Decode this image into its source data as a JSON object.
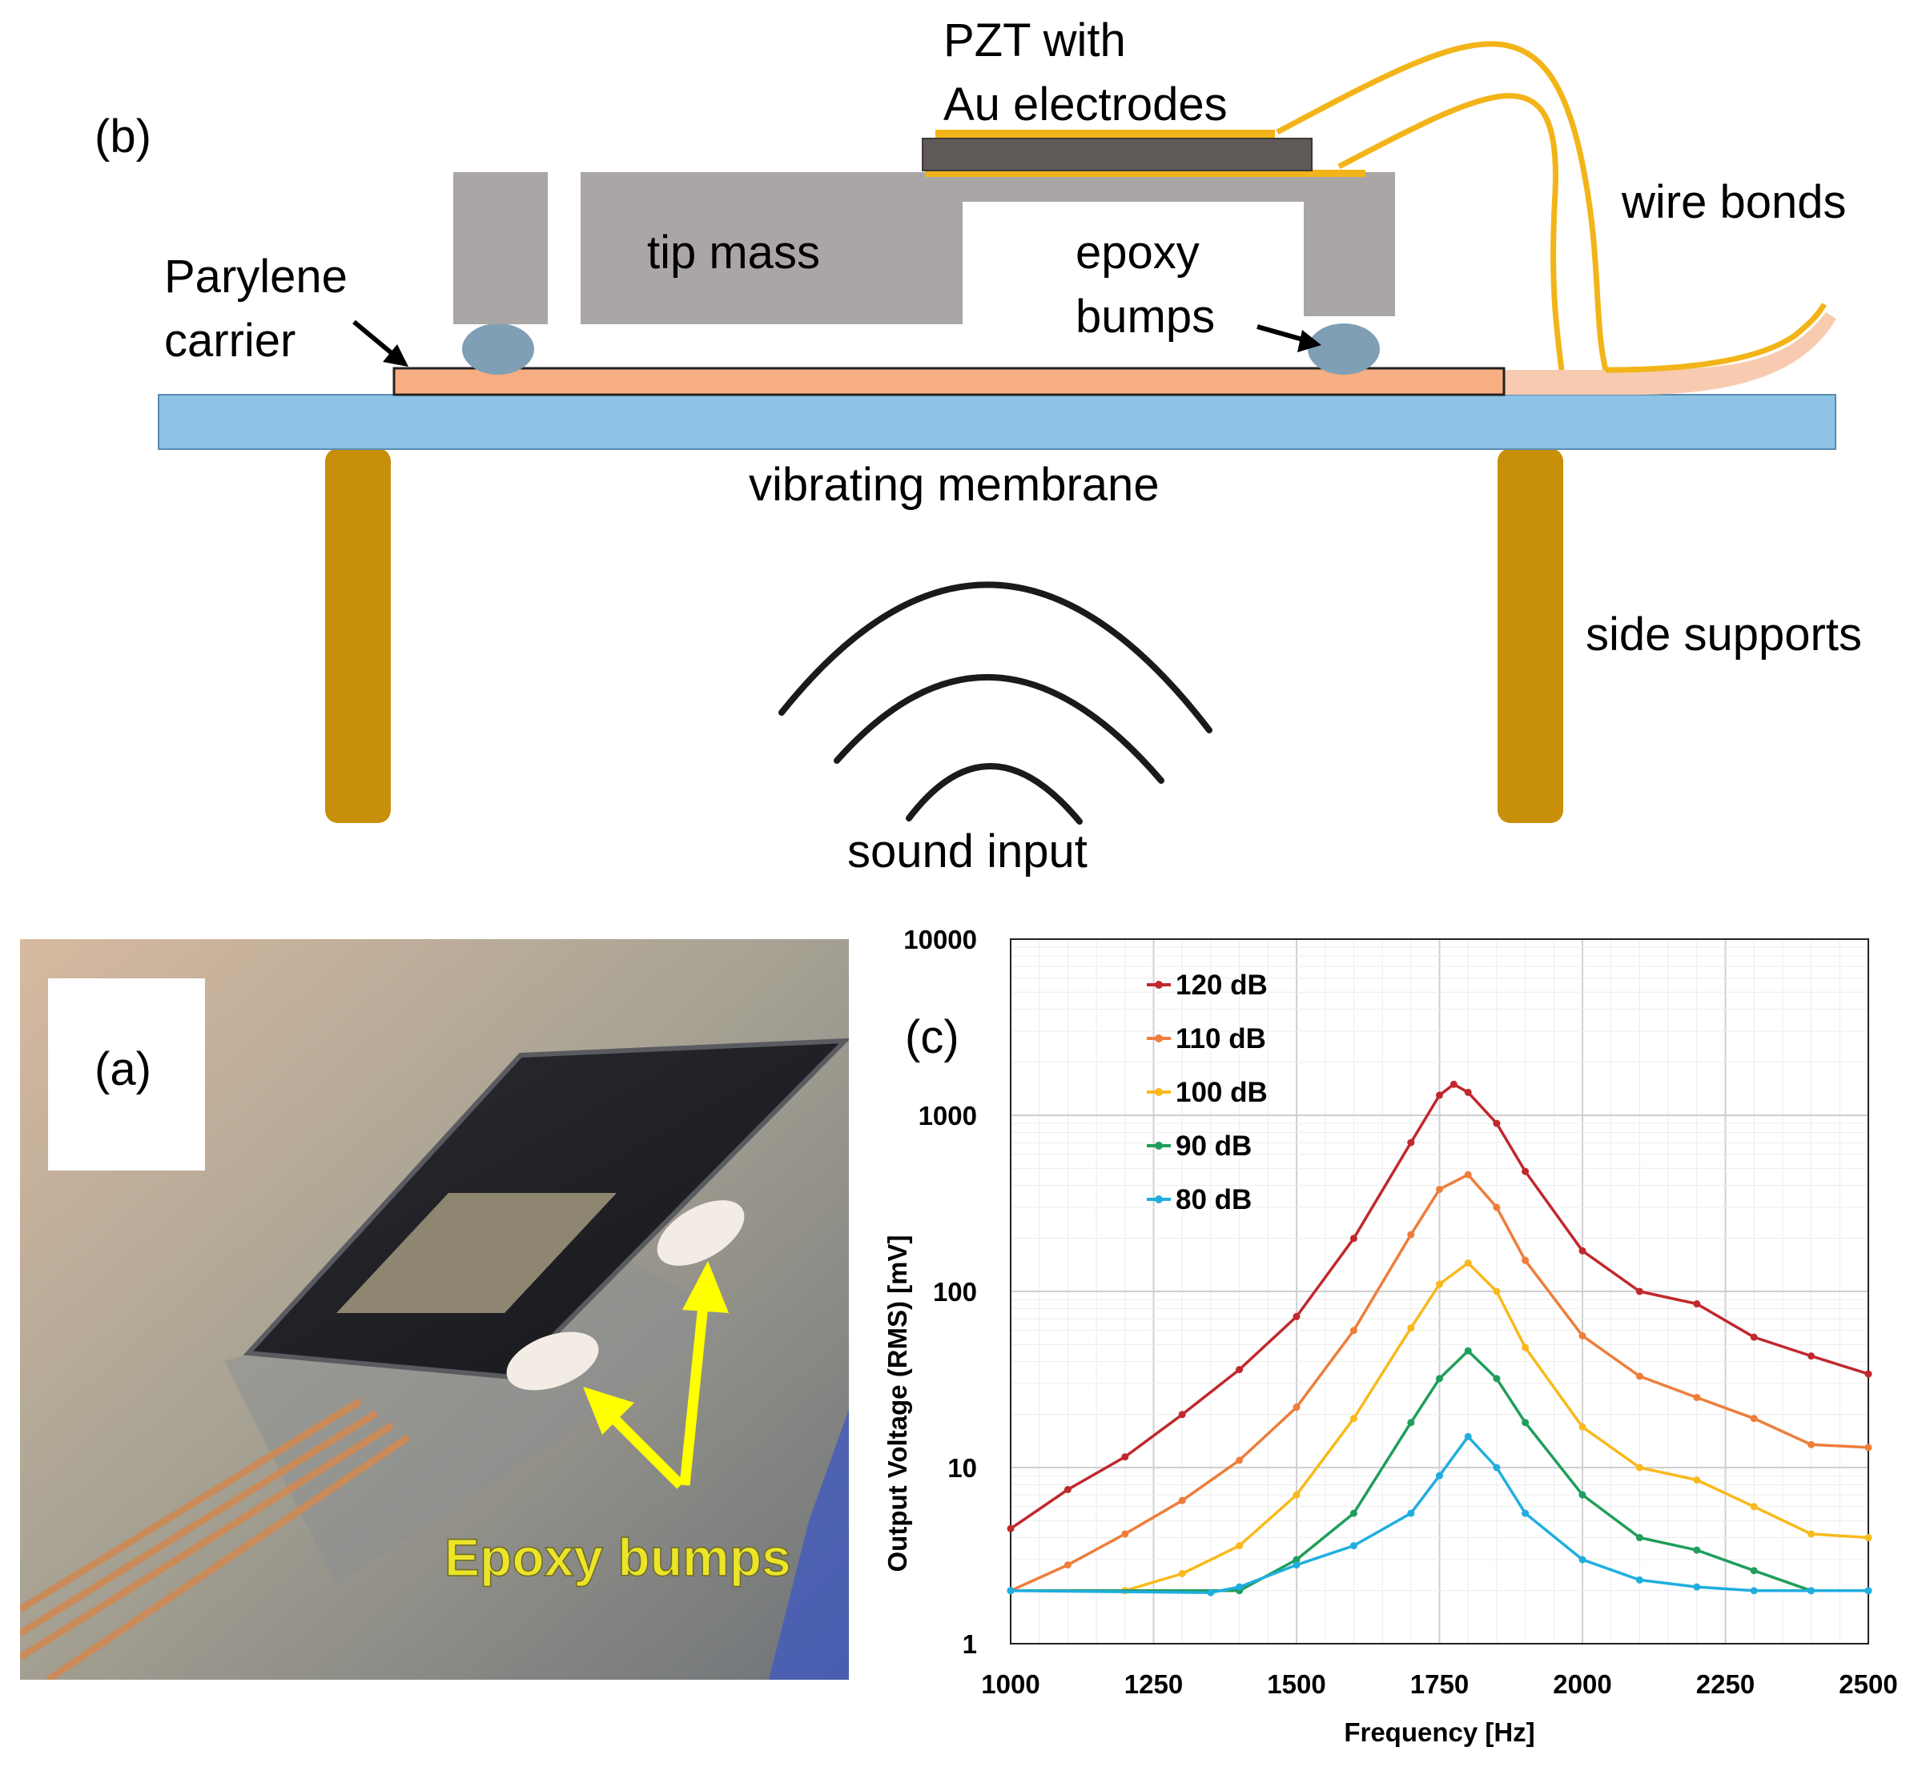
{
  "panel_b": {
    "letter": "(b)",
    "pzt_label_line1": "PZT with",
    "pzt_label_line2": "Au electrodes",
    "wire_bonds_label": "wire bonds",
    "tip_mass_label": "tip mass",
    "epoxy_label_line1": "epoxy",
    "epoxy_label_line2": "bumps",
    "parylene_label_line1": "Parylene",
    "parylene_label_line2": "carrier",
    "membrane_label": "vibrating membrane",
    "supports_label": "side supports",
    "sound_label": "sound input",
    "colors": {
      "tip_mass": "#aaa6a5",
      "membrane": "#8ec3e6",
      "parylene": "#f8ae83",
      "supports": "#c8900a",
      "electrode": "#f2b418",
      "pzt": "#5f5a58",
      "bumps": "#7f9fb5"
    }
  },
  "panel_a": {
    "letter": "(a)",
    "photo_caption": "Epoxy bumps",
    "caption_color": "#ebe428",
    "arrow_color": "#ffff00"
  },
  "panel_c": {
    "letter": "(c)"
  },
  "chart_data": {
    "type": "line",
    "title": "",
    "xlabel": "Frequency [Hz]",
    "ylabel": "Output Voltage  (RMS) [mV]",
    "xlim": [
      1000,
      2500
    ],
    "ylim": [
      1,
      10000
    ],
    "yscale": "log",
    "grid": true,
    "legend_position": "top-left",
    "x_ticks": [
      "1000",
      "1250",
      "1500",
      "1750",
      "2000",
      "2250",
      "2500"
    ],
    "y_ticks": [
      "1",
      "10",
      "100",
      "1000",
      "10000"
    ],
    "series": [
      {
        "name": "120 dB",
        "color": "#c0282c",
        "points": [
          [
            1000,
            4.5
          ],
          [
            1100,
            7.5
          ],
          [
            1200,
            11.5
          ],
          [
            1300,
            20
          ],
          [
            1400,
            36
          ],
          [
            1500,
            72
          ],
          [
            1600,
            200
          ],
          [
            1700,
            700
          ],
          [
            1750,
            1300
          ],
          [
            1775,
            1500
          ],
          [
            1800,
            1350
          ],
          [
            1850,
            900
          ],
          [
            1900,
            480
          ],
          [
            2000,
            170
          ],
          [
            2100,
            100
          ],
          [
            2200,
            85
          ],
          [
            2300,
            55
          ],
          [
            2400,
            43
          ],
          [
            2500,
            34
          ]
        ]
      },
      {
        "name": "110 dB",
        "color": "#ee7d3b",
        "points": [
          [
            1000,
            2
          ],
          [
            1100,
            2.8
          ],
          [
            1200,
            4.2
          ],
          [
            1300,
            6.5
          ],
          [
            1400,
            11
          ],
          [
            1500,
            22
          ],
          [
            1600,
            60
          ],
          [
            1700,
            210
          ],
          [
            1750,
            380
          ],
          [
            1800,
            460
          ],
          [
            1850,
            300
          ],
          [
            1900,
            150
          ],
          [
            2000,
            56
          ],
          [
            2100,
            33
          ],
          [
            2200,
            25
          ],
          [
            2300,
            19
          ],
          [
            2400,
            13.5
          ],
          [
            2500,
            13
          ]
        ]
      },
      {
        "name": "100 dB",
        "color": "#f9b91b",
        "points": [
          [
            1000,
            2
          ],
          [
            1200,
            2
          ],
          [
            1300,
            2.5
          ],
          [
            1400,
            3.6
          ],
          [
            1500,
            7
          ],
          [
            1600,
            19
          ],
          [
            1700,
            62
          ],
          [
            1750,
            110
          ],
          [
            1800,
            145
          ],
          [
            1850,
            100
          ],
          [
            1900,
            48
          ],
          [
            2000,
            17
          ],
          [
            2100,
            10
          ],
          [
            2200,
            8.5
          ],
          [
            2300,
            6
          ],
          [
            2400,
            4.2
          ],
          [
            2500,
            4
          ]
        ]
      },
      {
        "name": "90 dB",
        "color": "#1f9e5b",
        "points": [
          [
            1000,
            2
          ],
          [
            1400,
            2
          ],
          [
            1500,
            3
          ],
          [
            1600,
            5.5
          ],
          [
            1700,
            18
          ],
          [
            1750,
            32
          ],
          [
            1800,
            46
          ],
          [
            1850,
            32
          ],
          [
            1900,
            18
          ],
          [
            2000,
            7
          ],
          [
            2100,
            4
          ],
          [
            2200,
            3.4
          ],
          [
            2300,
            2.6
          ],
          [
            2400,
            2
          ],
          [
            2500,
            2
          ]
        ]
      },
      {
        "name": "80 dB",
        "color": "#20aee0",
        "points": [
          [
            1000,
            2
          ],
          [
            1350,
            1.95
          ],
          [
            1400,
            2.1
          ],
          [
            1500,
            2.8
          ],
          [
            1600,
            3.6
          ],
          [
            1700,
            5.5
          ],
          [
            1750,
            9
          ],
          [
            1800,
            15
          ],
          [
            1850,
            10
          ],
          [
            1900,
            5.5
          ],
          [
            2000,
            3
          ],
          [
            2100,
            2.3
          ],
          [
            2200,
            2.1
          ],
          [
            2300,
            2
          ],
          [
            2400,
            2
          ],
          [
            2500,
            2
          ]
        ]
      }
    ]
  }
}
